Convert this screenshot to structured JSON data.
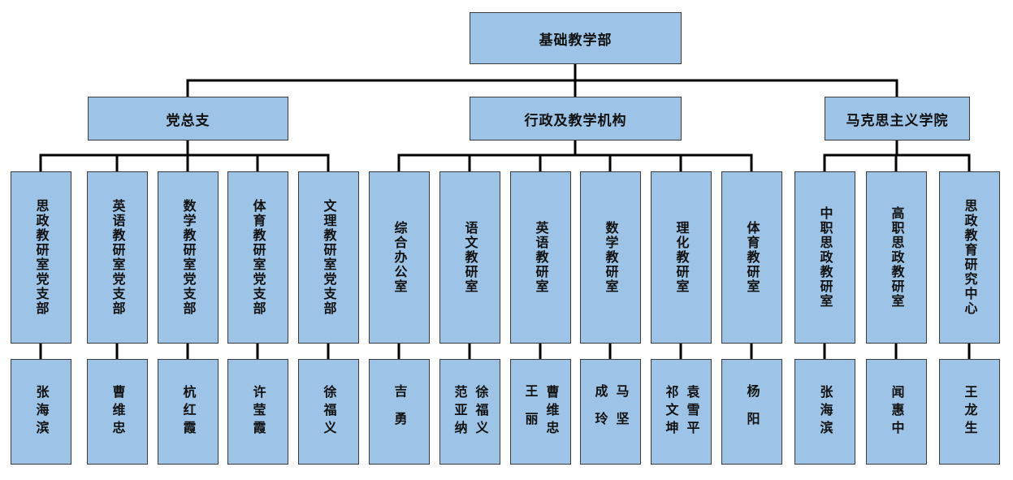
{
  "root": "基础教学部",
  "branches": [
    {
      "label": "党总支",
      "units": [
        {
          "label": "思政教研室党支部",
          "people": [
            "张海滨"
          ]
        },
        {
          "label": "英语教研室党支部",
          "people": [
            "曹维忠"
          ]
        },
        {
          "label": "数学教研室党支部",
          "people": [
            "杭红霞"
          ]
        },
        {
          "label": "体育教研室党支部",
          "people": [
            "许莹霞"
          ]
        },
        {
          "label": "文理教研室党支部",
          "people": [
            "徐福义"
          ]
        }
      ]
    },
    {
      "label": "行政及教学机构",
      "units": [
        {
          "label": "综合办公室",
          "people": [
            "吉勇"
          ]
        },
        {
          "label": "语文教研室",
          "people": [
            "徐福义",
            "范亚纳"
          ]
        },
        {
          "label": "英语教研室",
          "people": [
            "曹维忠",
            "王丽"
          ]
        },
        {
          "label": "数学教研室",
          "people": [
            "马坚",
            "成玲"
          ]
        },
        {
          "label": "理化教研室",
          "people": [
            "袁雪平",
            "祁文坤"
          ]
        },
        {
          "label": "体育教研室",
          "people": [
            "杨阳"
          ]
        }
      ]
    },
    {
      "label": "马克思主义学院",
      "units": [
        {
          "label": "中职思政教研室",
          "people": [
            "张海滨"
          ]
        },
        {
          "label": "高职思政教研室",
          "people": [
            "闻惠中"
          ]
        },
        {
          "label": "思政教育研究中心",
          "people": [
            "王龙生"
          ]
        }
      ]
    }
  ]
}
